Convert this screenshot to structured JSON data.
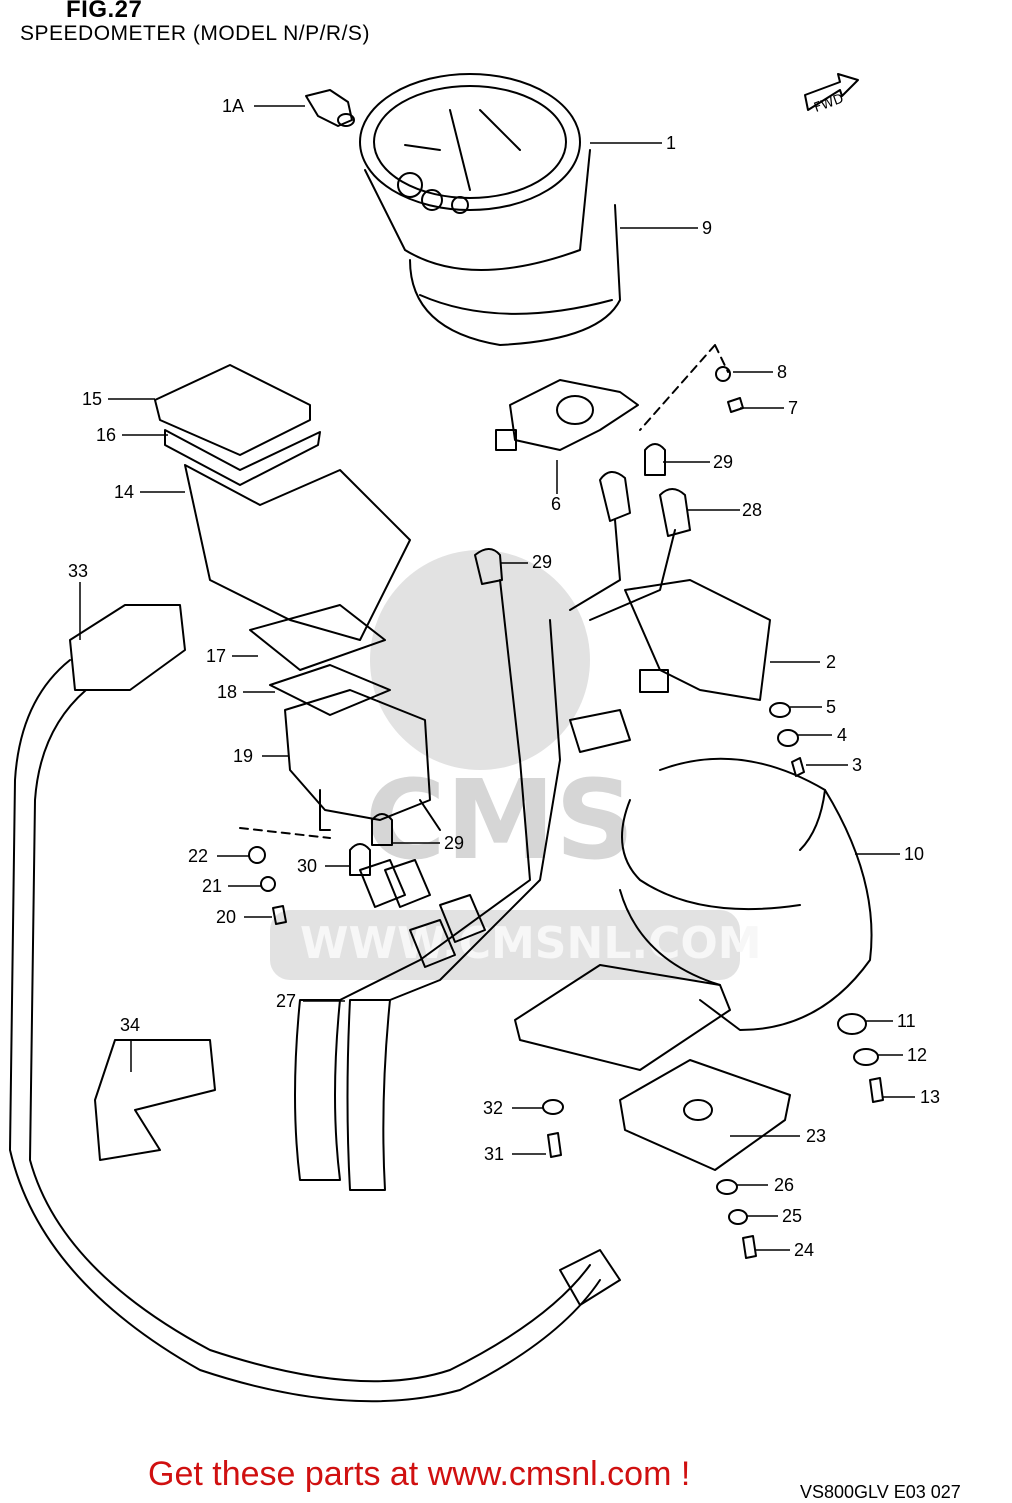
{
  "header": {
    "figure": "FIG.27",
    "subtitle": "SPEEDOMETER (MODEL N/P/R/S)"
  },
  "badge": {
    "fwd": "FWD"
  },
  "watermark": {
    "text": "WWW.CMSNL.COM",
    "brand": "CMS"
  },
  "callouts": {
    "c1A": "1A",
    "c1": "1",
    "c9": "9",
    "c8": "8",
    "c7": "7",
    "c15": "15",
    "c16": "16",
    "c14": "14",
    "c6": "6",
    "c29a": "29",
    "c28": "28",
    "c29b": "29",
    "c33": "33",
    "c2": "2",
    "c17": "17",
    "c18": "18",
    "c5": "5",
    "c4": "4",
    "c19": "19",
    "c3": "3",
    "c22": "22",
    "c29c": "29",
    "c30": "30",
    "c10": "10",
    "c21": "21",
    "c20": "20",
    "c27": "27",
    "c11": "11",
    "c34": "34",
    "c12": "12",
    "c13": "13",
    "c32": "32",
    "c23": "23",
    "c31": "31",
    "c26": "26",
    "c25": "25",
    "c24": "24"
  },
  "footer": {
    "link": "Get these parts at www.cmsnl.com !",
    "code": "VS800GLV E03 027"
  },
  "colors": {
    "line": "#000000",
    "watermark": "#d9d9d9",
    "link": "#d01010"
  }
}
